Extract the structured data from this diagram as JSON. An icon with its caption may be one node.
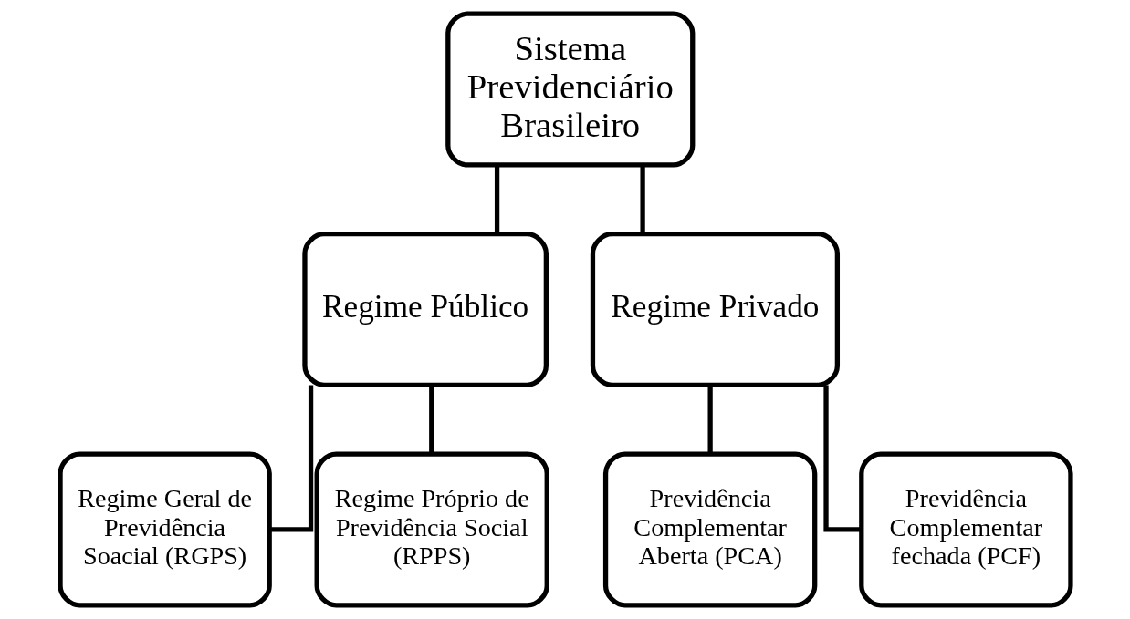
{
  "diagram": {
    "nodes": [
      {
        "text": [
          "Sistema Previdenciário Brasileiro"
        ]
      },
      {
        "text": [
          "Regime Público"
        ]
      },
      {
        "text": [
          "Regime Privado"
        ]
      },
      {
        "text": [
          "Regime Geral de Previdência Soacial (RGPS)"
        ]
      },
      {
        "text": [
          "Regime Próprio de Previdência Social (RPPS)"
        ]
      },
      {
        "text": [
          "Previdência Complementar Aberta (PCA)"
        ]
      },
      {
        "text": [
          "Previdência Complementar fechada (PCF)"
        ]
      }
    ],
    "edges": [
      {
        "from": 0,
        "to": 1,
        "arrow": "none"
      },
      {
        "from": 0,
        "to": 2,
        "arrow": "none"
      },
      {
        "from": 1,
        "to": 3,
        "arrow": "none"
      },
      {
        "from": 1,
        "to": 4,
        "arrow": "none"
      },
      {
        "from": 2,
        "to": 5,
        "arrow": "none"
      },
      {
        "from": 2,
        "to": 6,
        "arrow": "none"
      }
    ]
  }
}
